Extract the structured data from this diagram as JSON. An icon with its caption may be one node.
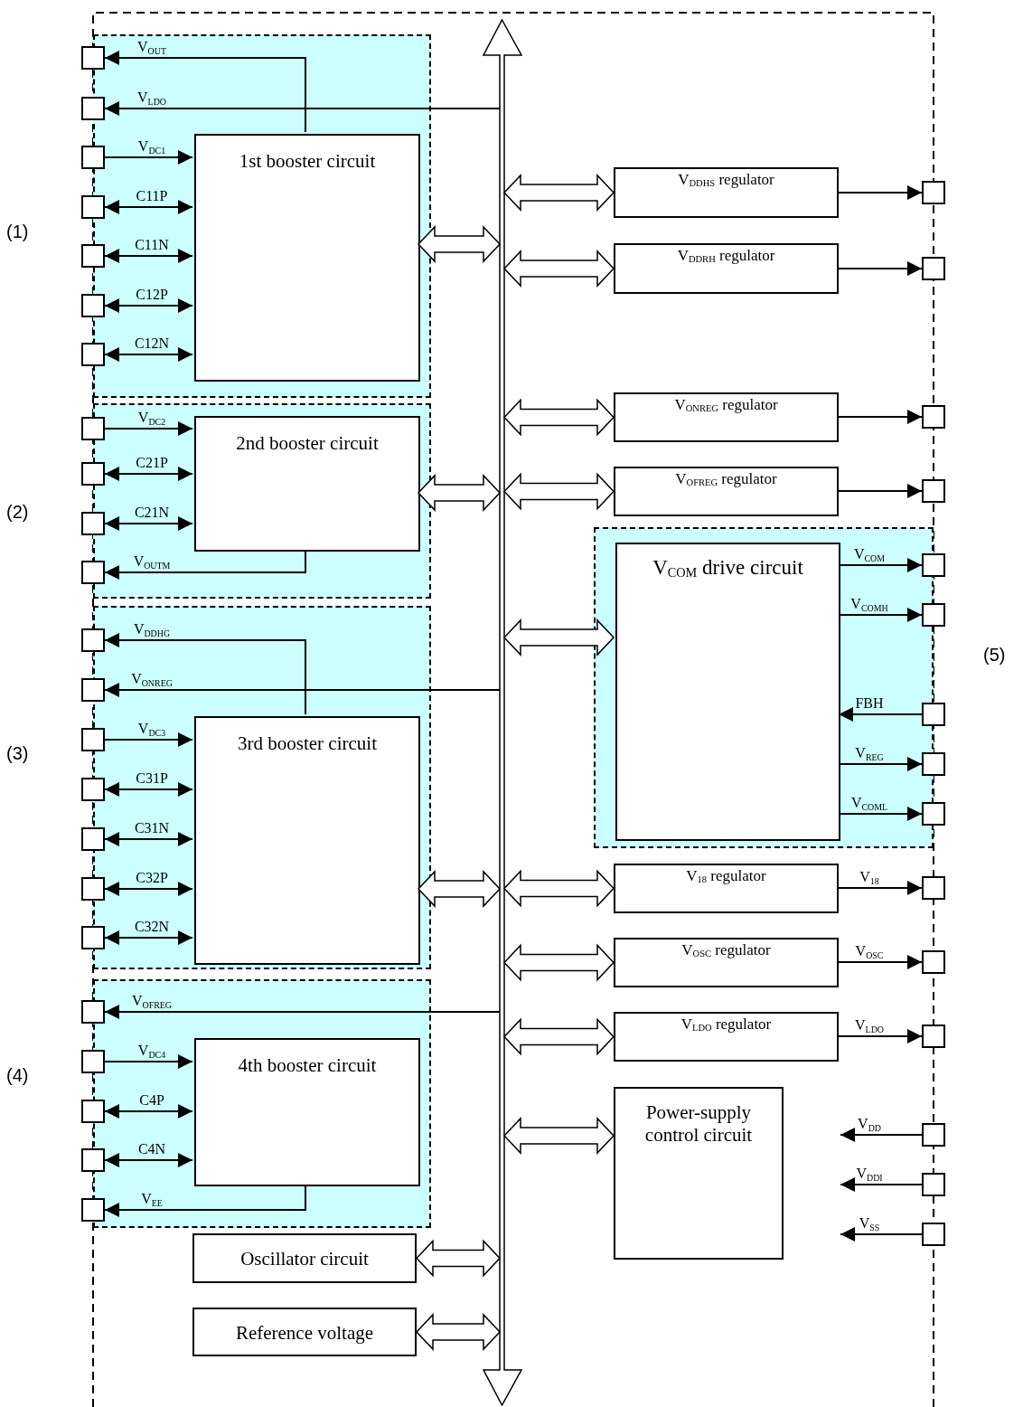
{
  "diagram": {
    "nodes": [
      {
        "text": [],
        "shape": "box",
        "beside": [
          "(1)"
        ]
      },
      {
        "text": [
          "1st booster circuit"
        ],
        "in": 0
      },
      {
        "text": [],
        "shape": "box"
      },
      {
        "text": [],
        "shape": "box"
      },
      {
        "text": [],
        "shape": "box"
      },
      {
        "text": [],
        "shape": "box"
      },
      {
        "text": [],
        "shape": "box"
      },
      {
        "text": [],
        "shape": "box"
      },
      {
        "text": [],
        "shape": "box"
      },
      {
        "text": [],
        "shape": "box",
        "beside": [
          "(2)"
        ]
      },
      {
        "text": [
          "2nd booster circuit"
        ],
        "in": 9
      },
      {
        "text": [],
        "shape": "box"
      },
      {
        "text": [],
        "shape": "box"
      },
      {
        "text": [],
        "shape": "box"
      },
      {
        "text": [],
        "shape": "box"
      },
      {
        "text": [],
        "shape": "box",
        "beside": [
          "(3)"
        ]
      },
      {
        "text": [
          "3rd booster circuit"
        ],
        "in": 15
      },
      {
        "text": [],
        "shape": "box"
      },
      {
        "text": [],
        "shape": "box"
      },
      {
        "text": [],
        "shape": "box"
      },
      {
        "text": [],
        "shape": "box"
      },
      {
        "text": [],
        "shape": "box"
      },
      {
        "text": [],
        "shape": "box"
      },
      {
        "text": [],
        "shape": "box"
      },
      {
        "text": [],
        "shape": "box",
        "beside": [
          "(4)"
        ]
      },
      {
        "text": [
          "4th booster circuit"
        ],
        "in": 24
      },
      {
        "text": [],
        "shape": "box"
      },
      {
        "text": [],
        "shape": "box"
      },
      {
        "text": [],
        "shape": "box"
      },
      {
        "text": [],
        "shape": "box"
      },
      {
        "text": [],
        "shape": "box"
      },
      {
        "text": [
          "Oscillator circuit"
        ]
      },
      {
        "text": [
          "Reference voltage"
        ]
      },
      {
        "text": [],
        "shape": "bar"
      },
      {
        "text": [
          "V$_{DDHS}$ regulator"
        ]
      },
      {
        "text": [
          "V$_{DDRH}$ regulator"
        ]
      },
      {
        "text": [
          "V$_{ONREG}$ regulator"
        ]
      },
      {
        "text": [
          "V$_{OFREG}$ regulator"
        ]
      },
      {
        "text": [],
        "shape": "box",
        "beside": [
          "(5)"
        ]
      },
      {
        "text": [
          "V$_{COM}$ drive circuit"
        ],
        "in": 38
      },
      {
        "text": [
          "V$_{18}$ regulator"
        ]
      },
      {
        "text": [
          "V$_{OSC}$ regulator"
        ]
      },
      {
        "text": [
          "V$_{LDO}$ regulator"
        ]
      },
      {
        "text": [
          "Power-supply control circuit"
        ]
      },
      {
        "text": [],
        "shape": "box"
      },
      {
        "text": [],
        "shape": "box"
      },
      {
        "text": [],
        "shape": "box"
      },
      {
        "text": [],
        "shape": "box"
      },
      {
        "text": [],
        "shape": "box"
      },
      {
        "text": [],
        "shape": "box"
      },
      {
        "text": [],
        "shape": "box"
      },
      {
        "text": [],
        "shape": "box"
      },
      {
        "text": [],
        "shape": "box"
      },
      {
        "text": [],
        "shape": "box"
      },
      {
        "text": [],
        "shape": "box"
      },
      {
        "text": [],
        "shape": "box"
      },
      {
        "text": [],
        "shape": "box"
      },
      {
        "text": [],
        "shape": "box"
      },
      {
        "text": [],
        "shape": "box"
      }
    ],
    "edges": [
      {
        "from": 1,
        "to": 2,
        "arrow": "to",
        "label": "V$_{OUT}$"
      },
      {
        "from": 33,
        "to": 3,
        "arrow": "to",
        "label": "V$_{LDO}$"
      },
      {
        "from": 4,
        "to": 1,
        "arrow": "to",
        "label": "V$_{DC1}$"
      },
      {
        "from": 5,
        "to": 1,
        "arrow": "both",
        "label": "C11P"
      },
      {
        "from": 6,
        "to": 1,
        "arrow": "both",
        "label": "C11N"
      },
      {
        "from": 7,
        "to": 1,
        "arrow": "both",
        "label": "C12P"
      },
      {
        "from": 8,
        "to": 1,
        "arrow": "both",
        "label": "C12N"
      },
      {
        "from": 1,
        "to": 33,
        "arrow": "both",
        "style": "thick"
      },
      {
        "from": 11,
        "to": 10,
        "arrow": "to",
        "label": "V$_{DC2}$"
      },
      {
        "from": 12,
        "to": 10,
        "arrow": "both",
        "label": "C21P"
      },
      {
        "from": 13,
        "to": 10,
        "arrow": "both",
        "label": "C21N"
      },
      {
        "from": 10,
        "to": 14,
        "arrow": "to",
        "label": "V$_{OUTM}$"
      },
      {
        "from": 10,
        "to": 33,
        "arrow": "both",
        "style": "thick"
      },
      {
        "from": 16,
        "to": 17,
        "arrow": "to",
        "label": "V$_{DDHG}$"
      },
      {
        "from": 33,
        "to": 18,
        "arrow": "to",
        "label": "V$_{ONREG}$"
      },
      {
        "from": 19,
        "to": 16,
        "arrow": "to",
        "label": "V$_{DC3}$"
      },
      {
        "from": 20,
        "to": 16,
        "arrow": "both",
        "label": "C31P"
      },
      {
        "from": 21,
        "to": 16,
        "arrow": "both",
        "label": "C31N"
      },
      {
        "from": 22,
        "to": 16,
        "arrow": "both",
        "label": "C32P"
      },
      {
        "from": 23,
        "to": 16,
        "arrow": "both",
        "label": "C32N"
      },
      {
        "from": 16,
        "to": 33,
        "arrow": "both",
        "style": "thick"
      },
      {
        "from": 33,
        "to": 26,
        "arrow": "to",
        "label": "V$_{OFREG}$"
      },
      {
        "from": 27,
        "to": 25,
        "arrow": "to",
        "label": "V$_{DC4}$"
      },
      {
        "from": 28,
        "to": 25,
        "arrow": "both",
        "label": "C4P"
      },
      {
        "from": 29,
        "to": 25,
        "arrow": "both",
        "label": "C4N"
      },
      {
        "from": 25,
        "to": 30,
        "arrow": "to",
        "label": "V$_{EE}$"
      },
      {
        "from": 31,
        "to": 33,
        "arrow": "both",
        "style": "thick"
      },
      {
        "from": 32,
        "to": 33,
        "arrow": "both",
        "style": "thick"
      },
      {
        "from": 33,
        "to": 34,
        "arrow": "both",
        "style": "thick"
      },
      {
        "from": 33,
        "to": 35,
        "arrow": "both",
        "style": "thick"
      },
      {
        "from": 33,
        "to": 36,
        "arrow": "both",
        "style": "thick"
      },
      {
        "from": 33,
        "to": 37,
        "arrow": "both",
        "style": "thick"
      },
      {
        "from": 33,
        "to": 39,
        "arrow": "both",
        "style": "thick"
      },
      {
        "from": 33,
        "to": 40,
        "arrow": "both",
        "style": "thick"
      },
      {
        "from": 33,
        "to": 41,
        "arrow": "both",
        "style": "thick"
      },
      {
        "from": 33,
        "to": 42,
        "arrow": "both",
        "style": "thick"
      },
      {
        "from": 33,
        "to": 43,
        "arrow": "both",
        "style": "thick"
      },
      {
        "from": 34,
        "to": 44,
        "arrow": "to"
      },
      {
        "from": 35,
        "to": 45,
        "arrow": "to"
      },
      {
        "from": 36,
        "to": 46,
        "arrow": "to"
      },
      {
        "from": 37,
        "to": 47,
        "arrow": "to"
      },
      {
        "from": 39,
        "to": 48,
        "arrow": "to",
        "label": "V$_{COM}$"
      },
      {
        "from": 39,
        "to": 49,
        "arrow": "to",
        "label": "V$_{COMH}$"
      },
      {
        "from": 50,
        "to": 39,
        "arrow": "to",
        "label": "FBH"
      },
      {
        "from": 39,
        "to": 51,
        "arrow": "to",
        "label": "V$_{REG}$"
      },
      {
        "from": 39,
        "to": 52,
        "arrow": "to",
        "label": "V$_{COML}$"
      },
      {
        "from": 40,
        "to": 53,
        "arrow": "to",
        "label": "V$_{18}$"
      },
      {
        "from": 41,
        "to": 54,
        "arrow": "to",
        "label": "V$_{OSC}$"
      },
      {
        "from": 42,
        "to": 55,
        "arrow": "to",
        "label": "V$_{LDO}$"
      },
      {
        "from": 56,
        "to": null,
        "arrow": "to",
        "label": "V$_{DD}$"
      },
      {
        "from": 57,
        "to": null,
        "arrow": "to",
        "label": "V$_{DDI}$"
      },
      {
        "from": 58,
        "to": null,
        "arrow": "to",
        "label": "V$_{SS}$"
      }
    ]
  }
}
